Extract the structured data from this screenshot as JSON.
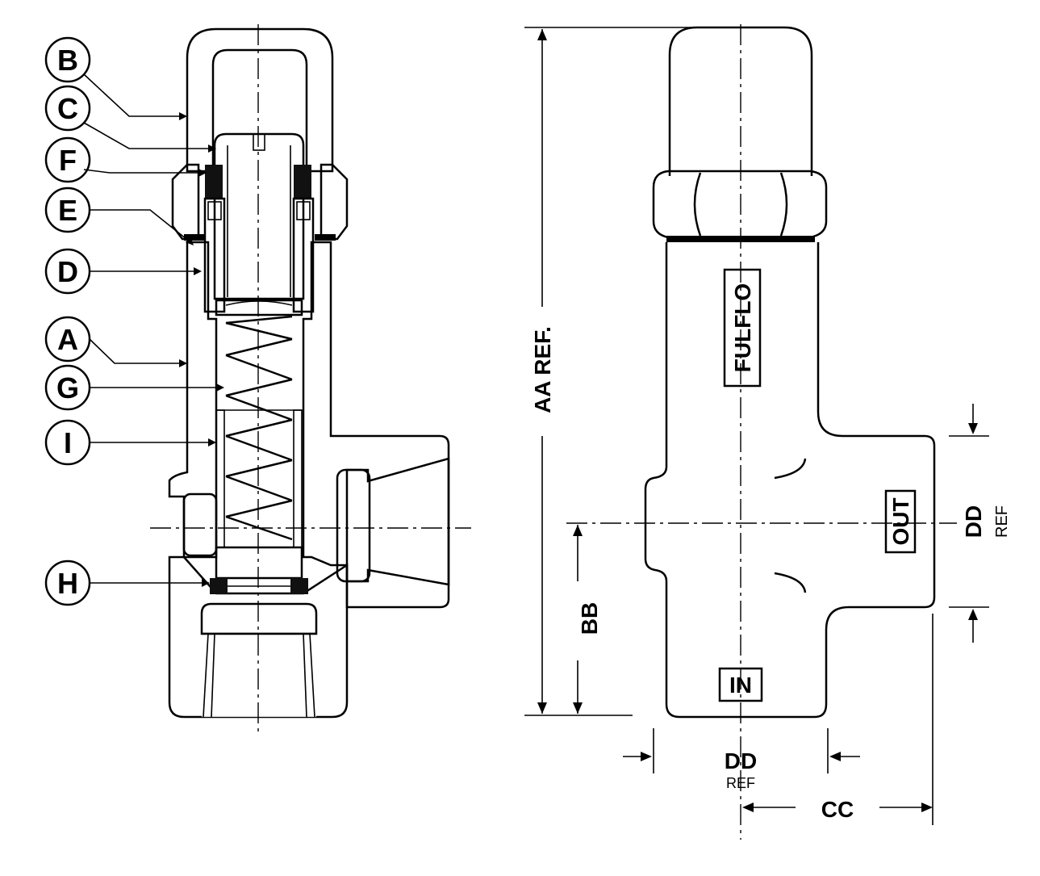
{
  "callouts": [
    {
      "id": "b",
      "letter": "B"
    },
    {
      "id": "c",
      "letter": "C"
    },
    {
      "id": "f",
      "letter": "F"
    },
    {
      "id": "e",
      "letter": "E"
    },
    {
      "id": "d",
      "letter": "D"
    },
    {
      "id": "a",
      "letter": "A"
    },
    {
      "id": "g",
      "letter": "G"
    },
    {
      "id": "i",
      "letter": "I"
    },
    {
      "id": "h",
      "letter": "H"
    }
  ],
  "body_labels": {
    "brand": "FULFLO",
    "outlet": "OUT",
    "inlet": "IN"
  },
  "dimensions": {
    "aa": "AA REF.",
    "bb": "BB",
    "cc": "CC",
    "dd_bottom": "DD",
    "dd_bottom_ref": "REF",
    "dd_right": "DD",
    "dd_right_ref": "REF"
  }
}
